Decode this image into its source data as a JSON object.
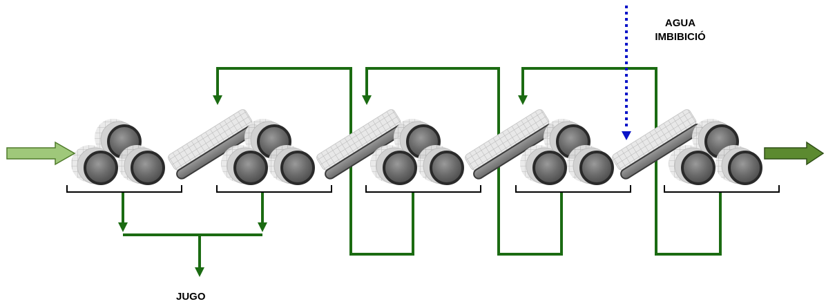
{
  "labels": {
    "water_line1": "AGUA",
    "water_line2": "IMBIBICIÓ",
    "juice": "JUGO"
  },
  "colors": {
    "flow_line": "#1b6b12",
    "water_line": "#0a14c8",
    "roller_dark": "#2a2a2a",
    "roller_mid": "#7d7d7d",
    "roller_ghost": "#d2d2d2",
    "input_arrow": "#9fc87a",
    "output_arrow": "#5c8a30",
    "trough": "#000000"
  },
  "mills": {
    "count": 5,
    "rollers_per_mill": 3
  },
  "conveyors": {
    "count": 4
  },
  "flows": {
    "input": "cane-in",
    "output": "bagasse-out",
    "juice_collected_from_mills": [
      1,
      2
    ],
    "recirculation": [
      {
        "from_mill": 3,
        "to_conveyor": 1
      },
      {
        "from_mill": 4,
        "to_conveyor": 2
      },
      {
        "from_mill": 5,
        "to_conveyor": 3
      }
    ],
    "water_feed_to_conveyor": 4
  }
}
